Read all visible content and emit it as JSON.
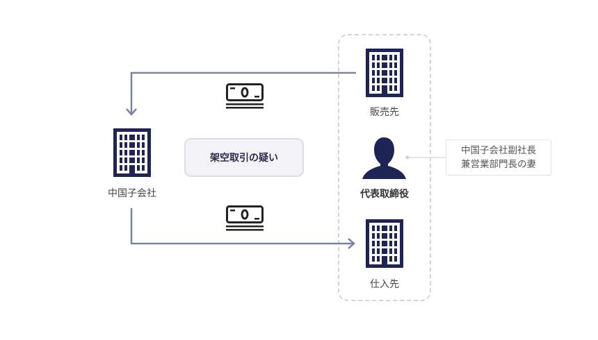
{
  "diagram": {
    "colors": {
      "primary": "#1f2456",
      "arrow": "#7f81a0",
      "dashed_border": "#d4d4d6",
      "label_text": "#444444",
      "suspicion_bg": "#f2f2f7",
      "suspicion_border": "#dcdce2"
    },
    "nodes": {
      "china_subsidiary": {
        "label": "中国子会社",
        "icon": "building-icon"
      },
      "seller": {
        "label": "販売先",
        "icon": "building-icon"
      },
      "representative_director": {
        "label": "代表取締役",
        "icon": "person-icon"
      },
      "supplier": {
        "label": "仕入先",
        "icon": "building-icon"
      }
    },
    "suspicion_label": "架空取引の疑い",
    "note": {
      "line1": "中国子会社副社長",
      "line2": "兼営業部門長の妻"
    },
    "flows": [
      {
        "from": "seller",
        "to": "china_subsidiary",
        "icon": "money-icon"
      },
      {
        "from": "china_subsidiary",
        "to": "supplier",
        "icon": "money-icon"
      }
    ]
  }
}
